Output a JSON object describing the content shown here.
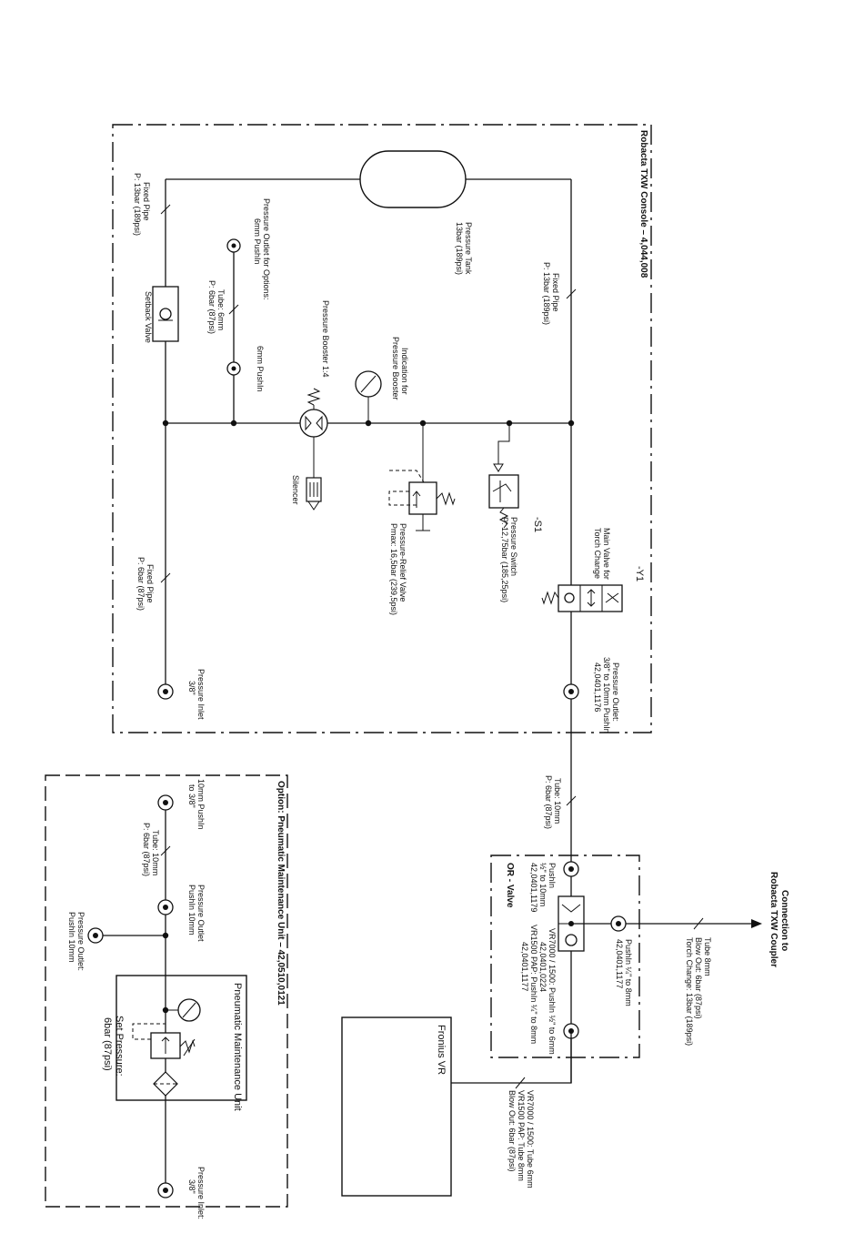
{
  "console": {
    "title": "Robacta TXW Console – 4,044,008",
    "fixed_pipe_top": [
      "Fixed Pipe",
      "P: 13bar (189psi)"
    ],
    "fixed_pipe_right": [
      "Fixed Pipe",
      "P: 13bar (189psi)"
    ],
    "pressure_tank": [
      "Pressure Tank",
      "13bar (189psi)"
    ],
    "pressure_outlet_options": [
      "Pressure Outlet for Options:",
      "6mm PushIn"
    ],
    "tube_6mm": [
      "Tube: 6mm",
      "P: 6bar (87psi)"
    ],
    "pushin_6mm": "6mm PushIn",
    "setback_valve": "Setback Valve",
    "pressure_booster": "Pressure Booster 1:4",
    "indication_booster": [
      "Indication for",
      "Pressure Booster"
    ],
    "silencer": "Silencer",
    "pressure_relief": [
      "Pressure-Relief Valve",
      "Pmax: 16,5bar (239,5psi)"
    ],
    "switch_tag": "-S1",
    "pressure_switch": [
      "Pressure Switch",
      "P: 12,75bar (185,25psi)"
    ],
    "valve_tag": "-Y1",
    "main_valve": [
      "Main Valve for",
      "Torch Change"
    ],
    "fixed_pipe_bottom": [
      "Fixed Pipe",
      "P: 6bar (87psi)"
    ],
    "pressure_inlet": [
      "Pressure Inlet",
      "3/8\""
    ],
    "pressure_outlet_main": [
      "Pressure Outlet:",
      "3/8\" to 10mm PushIn",
      "42,0401,1176"
    ]
  },
  "link": {
    "tube_10mm": [
      "Tube: 10mm",
      "P: 6bar (87psi)"
    ]
  },
  "or_valve": {
    "title": "OR - Valve",
    "pushin_left": [
      "PushIn",
      "½\" to 10mm",
      "42,0401,1179"
    ],
    "pushin_top": [
      "PushIn ¼\" to 8mm",
      "42,0401,1177"
    ],
    "vr_lines": [
      "VR7000 / 1500: PushIn ½\" to 6mm",
      "42,0401,0224",
      "VR1500 PAP: PushIn ¼\" to 8mm",
      "42,0401,1177"
    ]
  },
  "coupler": {
    "title": [
      "Connection to",
      "Robacta TXW Coupler"
    ],
    "tube": [
      "Tube 8mm",
      "Blow Out: 6bar (87psi)",
      "Torch Change: 13bar (189psi)"
    ]
  },
  "fronius": {
    "label": "Fronius VR",
    "tube": [
      "VR7000 / 1500: Tube 6mm",
      "VR1500 PAP: Tube 8mm",
      "Blow Out: 6bar (87psi)"
    ]
  },
  "pmu_option": {
    "title": "Option: Pneumatic Maintenance Unit – 42,0510,0121",
    "pushin_10mm": [
      "10mm PushIn",
      "to 3/8\""
    ],
    "tube_10mm": [
      "Tube: 10mm",
      "P: 6bar (87psi)"
    ],
    "outlet_10mm": [
      "Pressure Outlet",
      "PushIn 10mm"
    ],
    "outlet_bottom": [
      "Pressure Outlet:",
      "PushIn 10mm"
    ],
    "unit_label": "Pneumatic Maintenance Unit",
    "set_pressure": [
      "Set Pressure:",
      "6bar (87psi)"
    ],
    "inlet": [
      "Pressure Inlet:",
      "3/8\""
    ]
  }
}
